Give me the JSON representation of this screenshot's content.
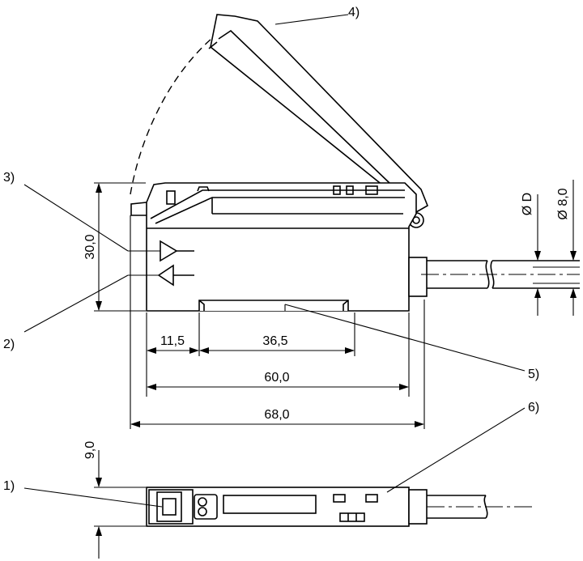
{
  "callouts": {
    "c1": "1)",
    "c2": "2)",
    "c3": "3)",
    "c4": "4)",
    "c5": "5)",
    "c6": "6)"
  },
  "dimensions": {
    "height_30": "30,0",
    "width_11_5": "11,5",
    "width_36_5": "36,5",
    "width_60": "60,0",
    "width_68": "68,0",
    "depth_9": "9,0",
    "cable_d": "Ø D",
    "cable_8": "Ø 8,0"
  }
}
